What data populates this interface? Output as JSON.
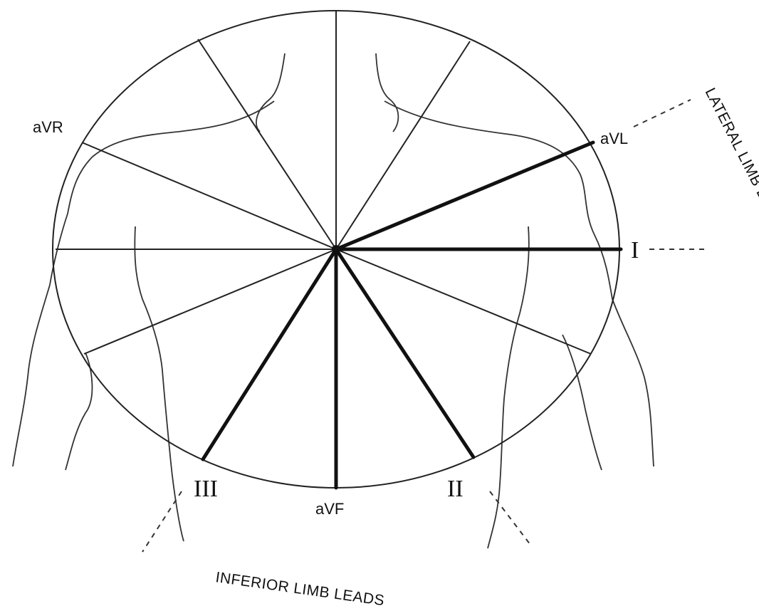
{
  "leads": {
    "avr": "aVR",
    "avl": "aVL",
    "i": "I",
    "ii": "II",
    "iii": "III",
    "avf": "aVF"
  },
  "groups": {
    "lateral": "LATERAL LIMB LEADS",
    "inferior": "INFERIOR LIMB LEADS"
  }
}
